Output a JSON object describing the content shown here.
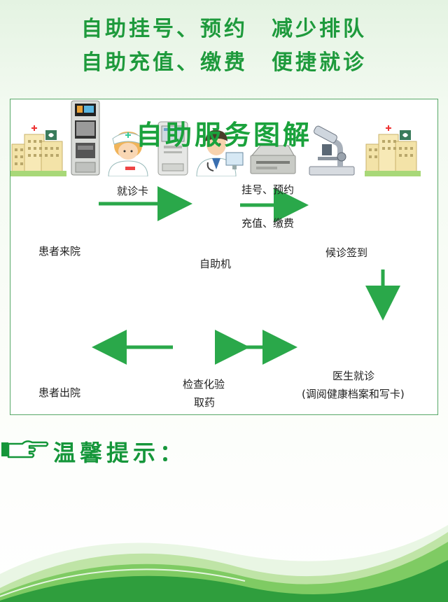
{
  "header": {
    "line1_left": "自助挂号、预约",
    "line1_right": "减少排队",
    "line2_left": "自助充值、缴费",
    "line2_right": "便捷就诊"
  },
  "diagram": {
    "title": "自助服务图解",
    "nodes": {
      "arrive": "患者来院",
      "kiosk": "自助机",
      "checkin": "候诊签到",
      "doctor": "医生就诊",
      "doctor_note": "(调阅健康档案和写卡)",
      "lab_line1": "检查化验",
      "lab_line2": "取药",
      "leave": "患者出院"
    },
    "edges": {
      "card": "就诊卡",
      "register": "挂号、预约",
      "topup": "充值、缴费"
    }
  },
  "tips": {
    "title": "温馨提示："
  },
  "colors": {
    "green": "#1e9a3c",
    "arrow": "#2aa84a"
  },
  "icons": [
    "hospital-icon",
    "kiosk-icon",
    "nurse-icon",
    "terminal-icon",
    "doctor-icon",
    "printer-icon",
    "microscope-icon",
    "pointing-hand-icon"
  ]
}
